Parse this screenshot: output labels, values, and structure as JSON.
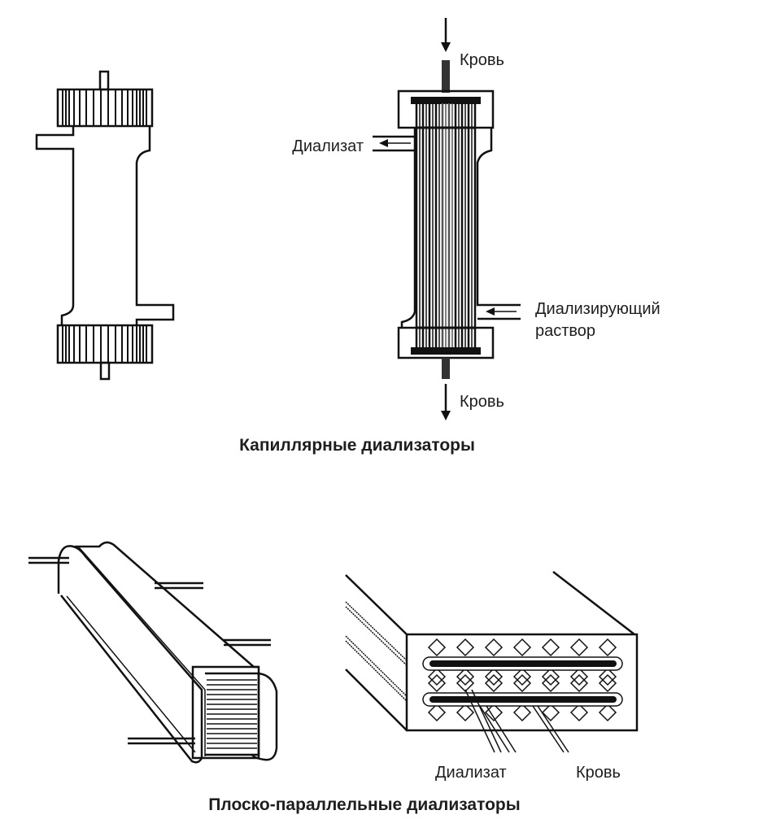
{
  "capillary": {
    "blood_in_label": "Кровь",
    "dialysate_label": "Диализат",
    "dialysing_solution_label_line1": "Диализирующий",
    "dialysing_solution_label_line2": "раствор",
    "blood_out_label": "Кровь",
    "caption": "Капиллярные диализаторы"
  },
  "flat_parallel": {
    "dialysate_label": "Диализат",
    "blood_label": "Кровь",
    "caption": "Плоско-параллельные диализаторы"
  }
}
